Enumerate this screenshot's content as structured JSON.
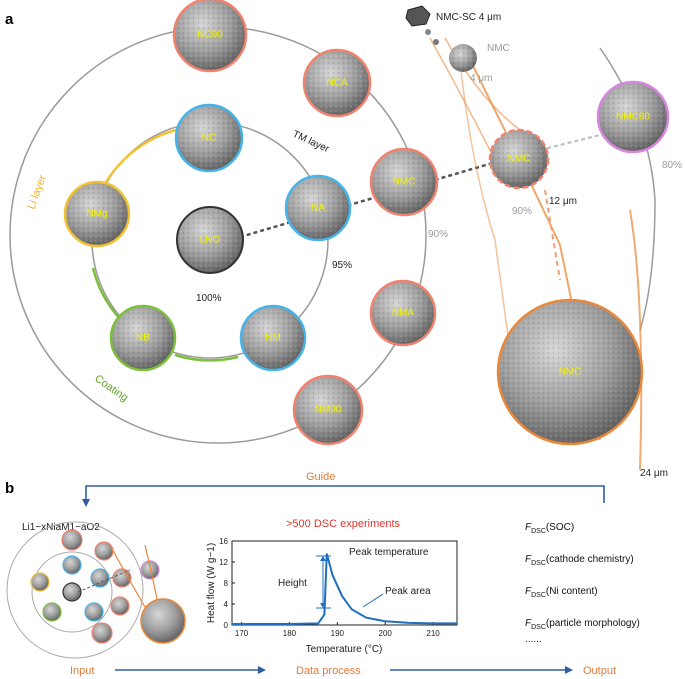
{
  "panel_a": {
    "letter": "a",
    "particles": {
      "lno": "LNO",
      "na": "NA",
      "nm": "NM",
      "nb": "NB",
      "nmg": "NMg",
      "nc": "NC",
      "nc90": "NC90",
      "nca": "NCA",
      "nmc_ring": "NMC",
      "nma": "NMA",
      "nm90": "NM90",
      "nmc_mid": "NMC",
      "nmc80": "NMC80",
      "nmc_small": "NMC",
      "nmc_large": "NMC"
    },
    "labels": {
      "tm_layer": "TM layer",
      "li_layer": "Li layer",
      "coating": "Coating",
      "pct_100": "100%",
      "pct_95": "95%",
      "pct_90_ring": "90%",
      "pct_90_mid": "90%",
      "pct_80": "80%",
      "nmc_sc": "NMC-SC 4 μm",
      "nmc_top": "NMC",
      "size_4": "4 μm",
      "size_12": "12 μm",
      "size_24": "24 μm"
    },
    "colors": {
      "lno_ring": "#333333",
      "inner_ring_blue": "#45b4ea",
      "outer_ring_salmon": "#f0826e",
      "coating_green": "#7cbf3a",
      "li_yellow": "#f2c232",
      "nmc80_pink": "#d787e0",
      "orange_line": "#e8883a",
      "particle_label_yellow": "#f2f200"
    }
  },
  "panel_b": {
    "letter": "b",
    "guide": "Guide",
    "formula": "Li1−xNiaM1−aO2",
    "dsc_title": ">500 DSC experiments",
    "flow": {
      "input": "Input",
      "data_process": "Data process",
      "output": "Output"
    },
    "outputs": {
      "soc": "(SOC)",
      "chem": "(cathode chemistry)",
      "ni": "(Ni content)",
      "morph": "(particle morphology)",
      "ellipsis": "......",
      "f_main": "F",
      "f_sub": "DSC"
    },
    "colors": {
      "orange": "#e07b39",
      "blue": "#2f5fa0",
      "red": "#e0342c",
      "curve": "#1f6fc0"
    }
  },
  "chart_data": {
    "type": "line",
    "xlabel": "Temperature (°C)",
    "ylabel": "Heat flow (W g−1)",
    "xlim": [
      168,
      215
    ],
    "ylim": [
      0,
      16
    ],
    "xticks": [
      170,
      180,
      190,
      200,
      210
    ],
    "yticks": [
      0,
      4,
      8,
      12,
      16
    ],
    "series": [
      {
        "x": [
          168,
          180,
          186,
          187.3,
          187.8,
          189,
          191,
          193,
          196,
          200,
          205,
          210,
          215
        ],
        "y": [
          0.2,
          0.2,
          0.3,
          2.0,
          13.6,
          9.5,
          5.5,
          3.0,
          1.4,
          0.7,
          0.4,
          0.3,
          0.3
        ]
      }
    ],
    "annotations": {
      "peak_temperature": "Peak temperature",
      "height": "Height",
      "peak_area": "Peak area"
    }
  }
}
